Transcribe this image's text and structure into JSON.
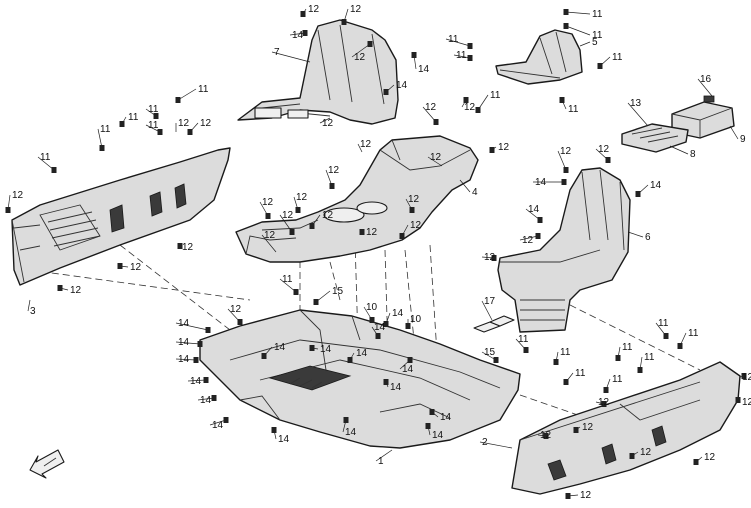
{
  "parts": {
    "1": "1",
    "2": "2",
    "3": "3",
    "4": "4",
    "5": "5",
    "6": "6",
    "7": "7",
    "8": "8",
    "9": "9",
    "10": "10",
    "11": "11",
    "12": "12",
    "13": "13",
    "14": "14",
    "15": "15",
    "16": "16",
    "17": "17"
  },
  "colors": {
    "line": "#1a1a1a",
    "fill": "#dcdcdc",
    "background": "#ffffff"
  },
  "icons": {
    "orientation": "front-direction-arrow-icon"
  }
}
